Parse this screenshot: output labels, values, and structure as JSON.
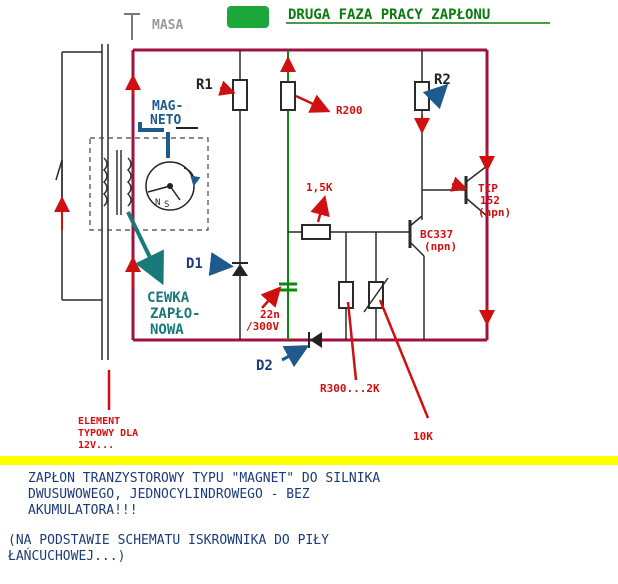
{
  "title": "DRUGA FAZA PRACY ZAPŁONU",
  "masa_label": "MASA",
  "labels": {
    "r1": "R1",
    "r2": "R2",
    "magneto_line1": "MAG-",
    "magneto_line2": "NETO",
    "r200": "R200",
    "r_1_5k": "1,5K",
    "tip_line1": "TIP",
    "tip_line2": "152",
    "tip_line3": "(npn)",
    "bc_line1": "BC337",
    "bc_line2": "(npn)",
    "d1": "D1",
    "d2": "D2",
    "cewka_line1": "CEWKA",
    "cewka_line2": "ZAPŁO-",
    "cewka_line3": "NOWA",
    "cap_line1": "22n",
    "cap_line2": "/300V",
    "r300_2k": "R300...2K",
    "r_10k": "10K",
    "element_line1": "ELEMENT",
    "element_line2": "TYPOWY DLA",
    "element_line3": "12V...",
    "magnet_n": "N",
    "magnet_s": "S"
  },
  "description": {
    "line1": "ZAPŁON TRANZYSTOROWY TYPU \"MAGNET\" DO SILNIKA",
    "line2": "DWUSUWOWEGO, JEDNOCYLINDROWEGO - BEZ",
    "line3": "AKUMULATORA!!!",
    "line4": "(NA PODSTAWIE SCHEMATU ISKROWNIKA DO PIŁY",
    "line5": "ŁAŃCUCHOWEJ...)"
  },
  "colors": {
    "circuit": "#a01040",
    "annotation_red": "#d01010",
    "annotation_blue": "#1f5a8c",
    "green_path": "#0c8a0c",
    "title_green": "#0c7a0c",
    "yellow_divider": "#ffff00",
    "text_dark": "#1c3c78"
  }
}
